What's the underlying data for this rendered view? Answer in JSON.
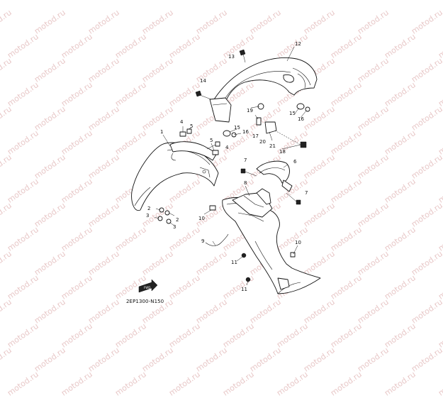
{
  "watermark_text": "motod.ru",
  "diagram_code": "2EP1300-N150",
  "fwd_label": "FWD",
  "callouts": {
    "c1": "1",
    "c2a": "2",
    "c2b": "2",
    "c3a": "3",
    "c3b": "3",
    "c4a": "4",
    "c4b": "4",
    "c5a": "5",
    "c5b": "5",
    "c6": "6",
    "c7a": "7",
    "c7b": "7",
    "c8": "8",
    "c9": "9",
    "c10a": "10",
    "c10b": "10",
    "c11a": "11",
    "c11b": "11",
    "c12": "12",
    "c13": "13",
    "c14": "14",
    "c15a": "15",
    "c15b": "15",
    "c16a": "16",
    "c16b": "16",
    "c17": "17",
    "c18": "18",
    "c19": "19",
    "c20": "20",
    "c21": "21"
  }
}
